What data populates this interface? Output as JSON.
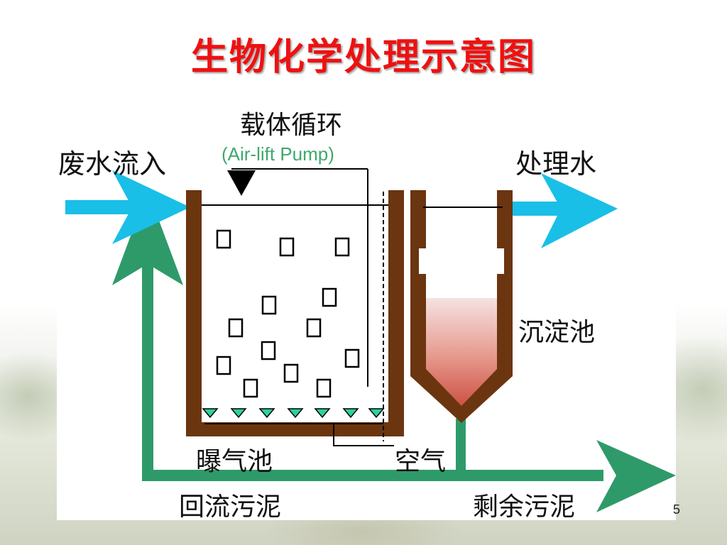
{
  "title": "生物化学处理示意图",
  "labels": {
    "carrier_cycle": "载体循环",
    "airlift_pump": "(Air-lift Pump)",
    "wastewater_in": "废水流入",
    "treated_water": "处理水",
    "sedimentation_tank": "沉淀池",
    "aeration_tank": "曝气池",
    "air": "空气",
    "return_sludge": "回流污泥",
    "excess_sludge": "剩余污泥"
  },
  "page_number": "5",
  "colors": {
    "title": "#ee1111",
    "tank_wall": "#6b3510",
    "arrow_cyan": "#19bfe6",
    "arrow_green": "#2e9a6a",
    "pump_label": "#3fa86c",
    "diffuser": "#2fd0a0",
    "sludge_top": "#f3dada",
    "sludge_bottom": "#c8483a"
  }
}
